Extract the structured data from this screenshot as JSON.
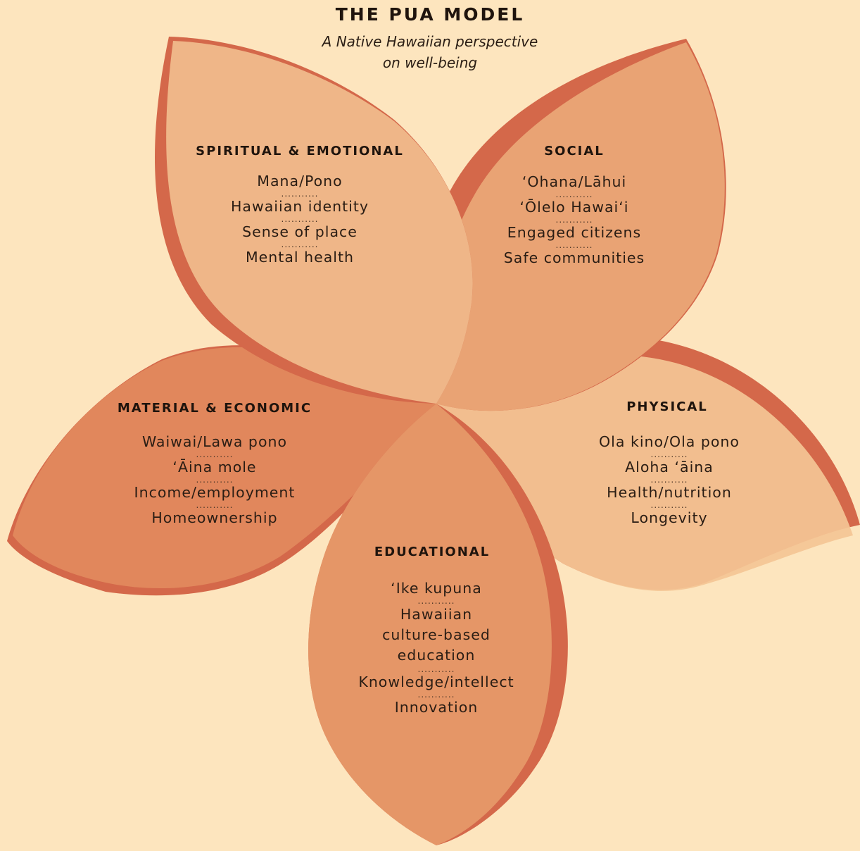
{
  "title": "THE PUA MODEL",
  "subtitle": [
    "A Native Hawaiian perspective",
    "on well-being"
  ],
  "separator": "...........",
  "colors": {
    "background": "#fde5be",
    "outline": "#d4684a",
    "petal_spiritual": "#f1bd8d",
    "petal_social": "#eaa877",
    "petal_physical": "#f4c595",
    "petal_educational": "#e69a69",
    "petal_material": "#e28a5d"
  },
  "petals": [
    {
      "id": "spiritual",
      "heading": "SPIRITUAL & EMOTIONAL",
      "items": [
        "Mana/Pono",
        "Hawaiian identity",
        "Sense of place",
        "Mental health"
      ]
    },
    {
      "id": "social",
      "heading": "SOCIAL",
      "items": [
        "ʻOhana/Lāhui",
        "ʻŌlelo Hawaiʻi",
        "Engaged citizens",
        "Safe communities"
      ]
    },
    {
      "id": "material",
      "heading": "MATERIAL & ECONOMIC",
      "items": [
        "Waiwai/Lawa pono",
        "ʻĀina mole",
        "Income/employment",
        "Homeownership"
      ]
    },
    {
      "id": "physical",
      "heading": "PHYSICAL",
      "items": [
        "Ola kino/Ola pono",
        "Aloha ʻāina",
        "Health/nutrition",
        "Longevity"
      ]
    },
    {
      "id": "educational",
      "heading": "EDUCATIONAL",
      "items": [
        "ʻIke kupuna",
        "Hawaiian culture-based education",
        "Knowledge/intellect",
        "Innovation"
      ]
    }
  ]
}
